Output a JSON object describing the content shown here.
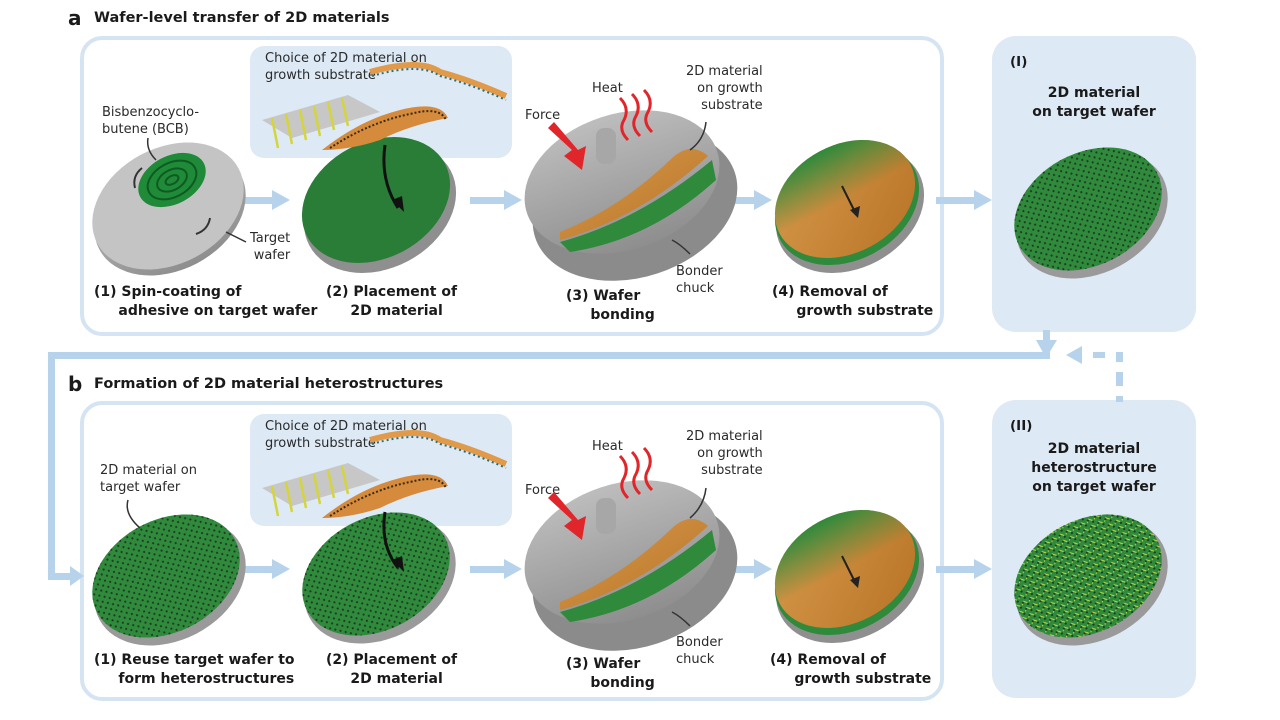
{
  "figure": {
    "colors": {
      "frame": "#d5e4f2",
      "panel_fill": "#dde9f5",
      "arrow": "#b7d3ec",
      "wafer_green": "#2f8a3c",
      "wafer_grey": "#a9a9a9",
      "growth_orange": "#c98a3a",
      "heat_red": "#e0262b"
    },
    "panel_a": {
      "letter": "a",
      "title": "Wafer-level transfer of 2D materials",
      "choice_label": "Choice of 2D material on\ngrowth substrate",
      "annotations": {
        "bcb": "Bisbenzocyclo-\nbutene (BCB)",
        "target_wafer": "Target\nwafer",
        "heat": "Heat",
        "force": "Force",
        "growth_material": "2D material\non growth\nsubstrate",
        "bonder_chuck": "Bonder\nchuck"
      },
      "steps": [
        {
          "label": "(1) Spin-coating of\n     adhesive on target wafer"
        },
        {
          "label": "(2) Placement of\n     2D material"
        },
        {
          "label": "(3) Wafer\n     bonding"
        },
        {
          "label": "(4) Removal of\n     growth substrate"
        }
      ],
      "result": {
        "number": "(I)",
        "title": "2D material\non target wafer"
      }
    },
    "panel_b": {
      "letter": "b",
      "title": "Formation of 2D material heterostructures",
      "choice_label": "Choice of 2D material on\ngrowth substrate",
      "annotations": {
        "target_material": "2D material on\ntarget wafer",
        "heat": "Heat",
        "force": "Force",
        "growth_material": "2D material\non growth\nsubstrate",
        "bonder_chuck": "Bonder\nchuck"
      },
      "steps": [
        {
          "label": "(1) Reuse target wafer to\n     form heterostructures"
        },
        {
          "label": "(2) Placement of\n     2D material"
        },
        {
          "label": "(3) Wafer\n     bonding"
        },
        {
          "label": "(4) Removal of\n     growth substrate"
        }
      ],
      "result": {
        "number": "(II)",
        "title": "2D material\nheterostructure\non target wafer"
      }
    }
  }
}
